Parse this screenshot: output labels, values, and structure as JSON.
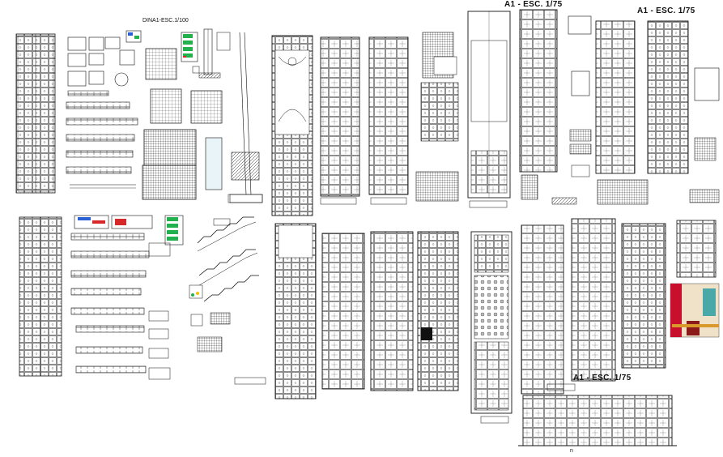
{
  "sheet_labels": {
    "scale_top_left": "DINA1-ESC.1/100",
    "scale_a1_top": "A1 - ESC. 1/75",
    "scale_a1_right": "A1 - ESC. 1/75",
    "scale_a1_bottom": "A1 - ESC. 1/75",
    "bottom_mark": "n"
  },
  "colors": {
    "line": "#111111",
    "legend_green": "#22b14c",
    "accent_blue": "#2b5fd6",
    "accent_red": "#d62828",
    "photo_red": "#c8102e",
    "photo_cream": "#efe2c8",
    "photo_teal": "#4aa8a8"
  }
}
